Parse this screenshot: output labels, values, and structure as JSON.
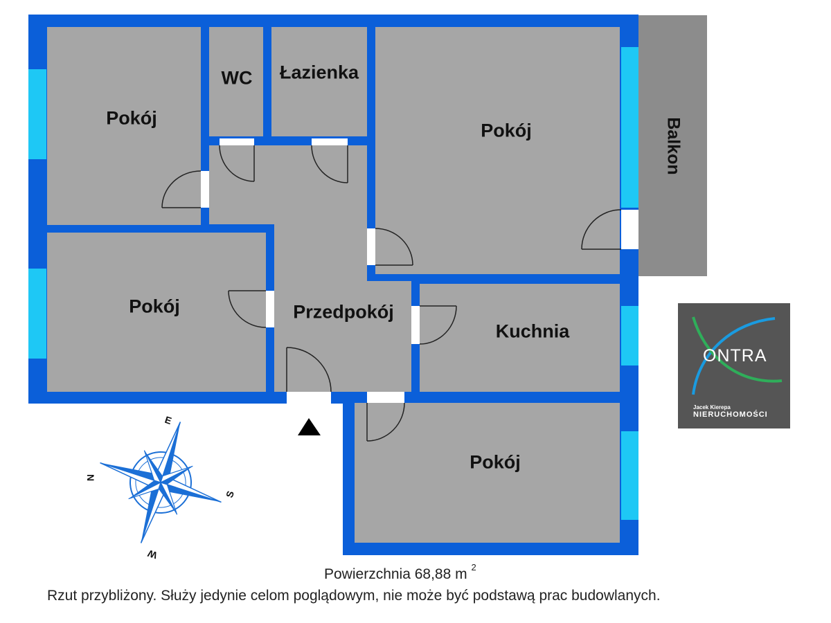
{
  "rooms": {
    "pokoj_1": "Pokój",
    "wc": "WC",
    "lazienka": "Łazienka",
    "pokoj_2": "Pokój",
    "pokoj_3": "Pokój",
    "przedpokoj": "Przedpokój",
    "kuchnia": "Kuchnia",
    "pokoj_4": "Pokój",
    "balkon": "Balkon"
  },
  "compass": {
    "n": "N",
    "e": "E",
    "s": "S",
    "w": "W"
  },
  "logo": {
    "brand": "ONTRA",
    "owner": "Jacek Kierepa",
    "subtitle": "NIERUCHOMOŚCI"
  },
  "area": {
    "text": "Powierzchnia 68,88 m",
    "unit_power": "2"
  },
  "disclaimer": "Rzut przybliżony. Służy jedynie celom poglądowym, nie może być podstawą prac budowlanych.",
  "colors": {
    "wall": "#0b5fd9",
    "floor": "#a6a6a6",
    "window": "#1ec8f5",
    "balcony": "#8c8c8c",
    "logo_bg": "#555555",
    "logo_blue": "#1a9be0",
    "logo_green": "#2fae5a"
  }
}
